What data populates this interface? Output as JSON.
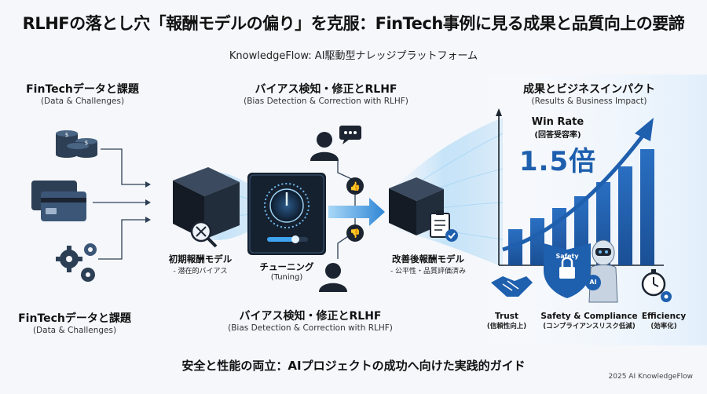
{
  "header": {
    "title": "RLHFの落とし穴「報酬モデルの偏り」を克服：FinTech事例に見る成果と品質向上の要諦",
    "subtitle": "KnowledgeFlow: AI駆動型ナレッジプラットフォーム"
  },
  "left": {
    "top_heading": "FinTechデータと課題",
    "top_sub": "(Data & Challenges)",
    "bottom_heading": "FinTechデータと課題",
    "bottom_sub": "(Data & Challenges)"
  },
  "initial_model": {
    "label": "初期報酬モデル",
    "sub": "- 潜在的バイアス"
  },
  "center": {
    "top_heading": "バイアス検知・修正とRLHF",
    "top_sub": "(Bias Detection & Correction with RLHF)",
    "bottom_heading": "バイアス検知・修正とRLHF",
    "bottom_sub": "(Bias Detection & Correction with RLHF)",
    "tuning_label": "チューニング",
    "tuning_sub": "(Tuning)"
  },
  "improved_model": {
    "label": "改善後報酬モデル",
    "sub": "- 公平性・品質評価済み"
  },
  "right": {
    "heading": "成果とビジネスインパクト",
    "sub": "(Results & Business Impact)",
    "winrate_label": "Win Rate",
    "winrate_sub": "(回答受容率)",
    "winrate_value": "1.5倍",
    "safety_badge": "Safety",
    "ai_badge": "AI",
    "impacts": [
      {
        "label": "Trust",
        "sub": "(信頼性向上)"
      },
      {
        "label": "Safety & Compliance",
        "sub": "(コンプライアンスリスク低減)"
      },
      {
        "label": "Efficiency",
        "sub": "(効率化)"
      }
    ]
  },
  "footer": {
    "text": "安全と性能の両立：AIプロジェクトの成功へ向けた実践的ガイド",
    "copyright": "2025 AI KnowledgeFlow"
  },
  "colors": {
    "accent": "#1e5fae",
    "dark": "#1b2430",
    "light_blue": "#9fd3f5"
  }
}
